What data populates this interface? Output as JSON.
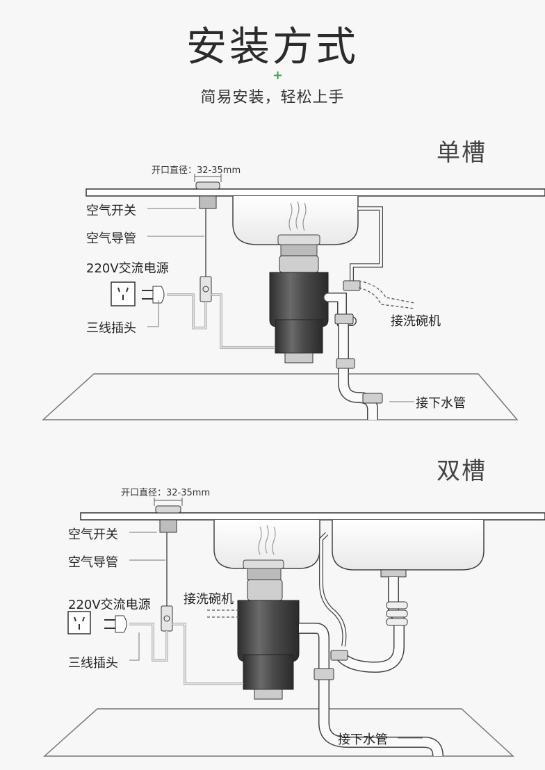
{
  "header": {
    "title": "安装方式",
    "plus": "+",
    "subtitle": "简易安装，轻松上手"
  },
  "single_sink": {
    "title": "单槽",
    "opening_label": "开口直径：32-35mm",
    "air_switch": "空气开关",
    "air_tube": "空气导管",
    "power": "220V交流电源",
    "plug": "三线插头",
    "dishwasher": "接洗碗机",
    "drain": "接下水管"
  },
  "double_sink": {
    "title": "双槽",
    "opening_label": "开口直径：32-35mm",
    "air_switch": "空气开关",
    "air_tube": "空气导管",
    "power": "220V交流电源",
    "plug": "三线插头",
    "dishwasher": "接洗碗机",
    "drain": "接下水管"
  },
  "colors": {
    "accent_plus": "#3aa64a",
    "line": "#555555",
    "unit_dark": "#3a3a3a"
  }
}
